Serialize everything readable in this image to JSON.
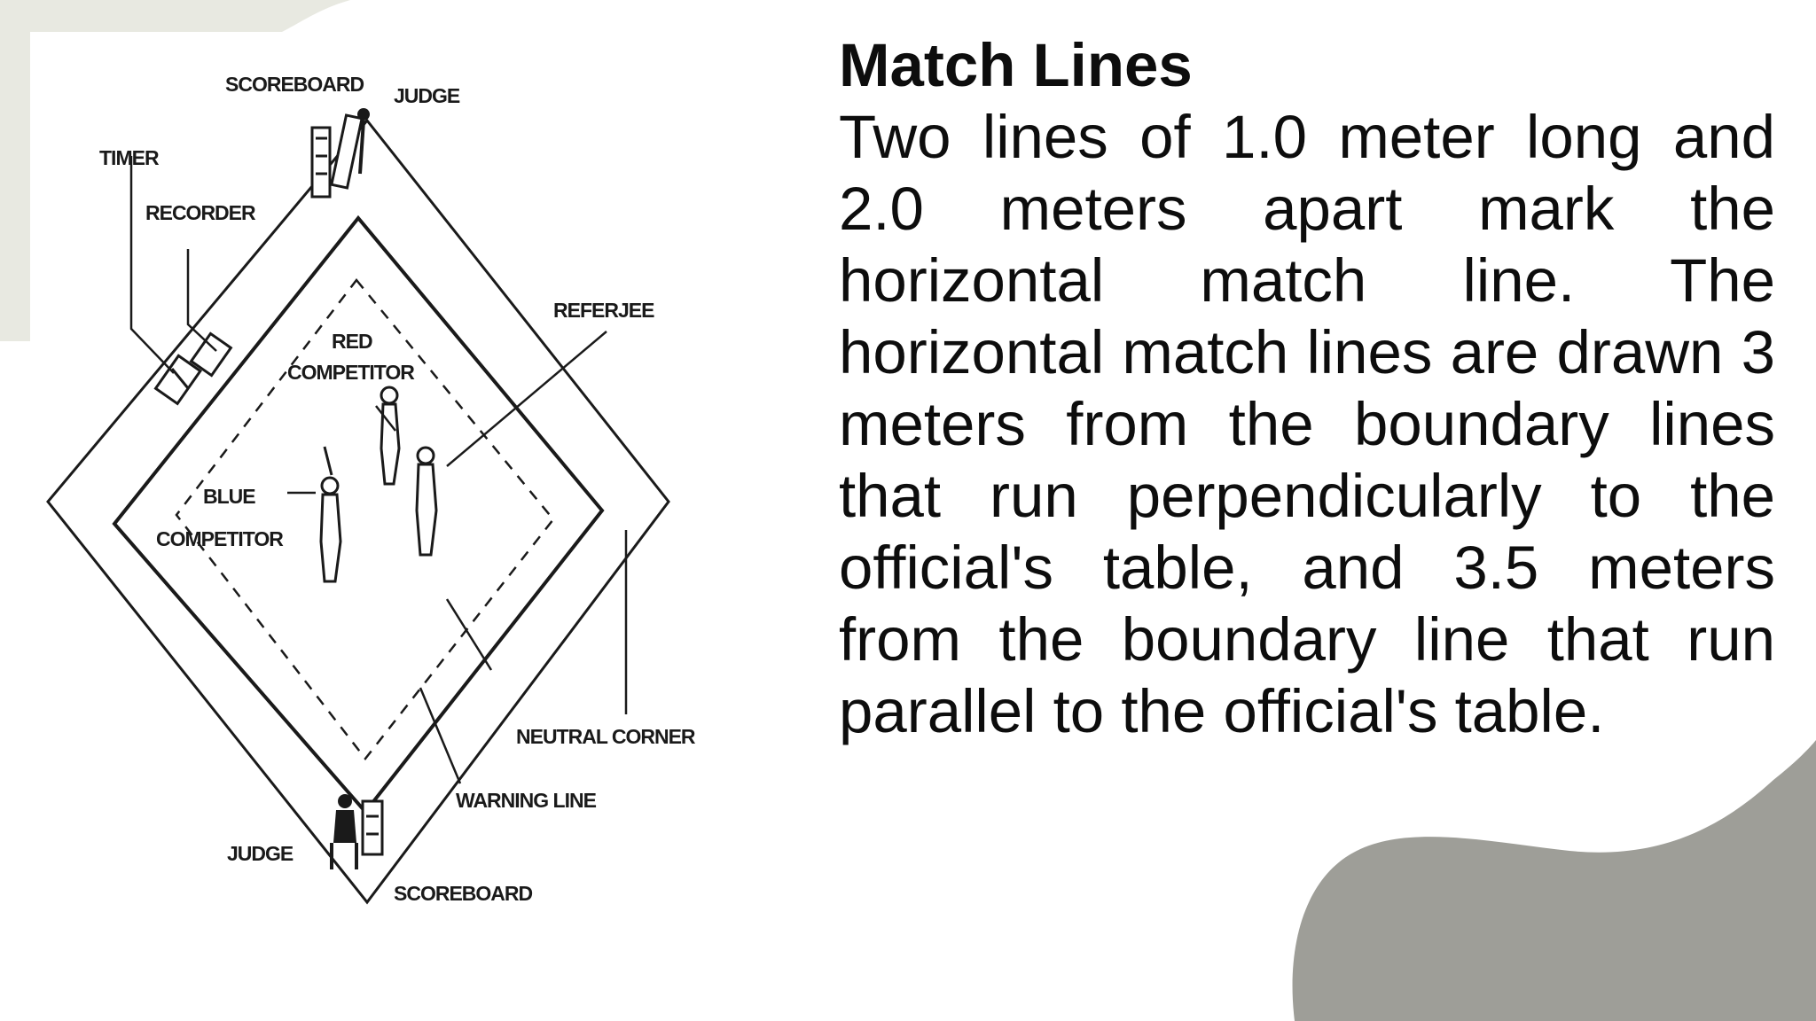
{
  "slide": {
    "title": "Match Lines",
    "body": "Two lines of 1.0 meter long and 2.0 meters apart mark the horizontal match line. The horizontal match lines are drawn 3 meters from the boundary lines that run perpendicularly to the official's table, and 3.5 meters from the boundary line that run parallel to the official's table."
  },
  "diagram": {
    "labels": {
      "scoreboard_top": "SCOREBOARD",
      "judge_top": "JUDGE",
      "timer": "TIMER",
      "recorder": "RECORDER",
      "referee": "REFERJEE",
      "red_competitor_1": "RED",
      "red_competitor_2": "COMPETITOR",
      "blue_competitor_1": "BLUE",
      "blue_competitor_2": "COMPETITOR",
      "neutral_corner": "NEUTRAL CORNER",
      "warning_line": "WARNING LINE",
      "judge_bottom": "JUDGE",
      "scoreboard_bottom": "SCOREBOARD"
    }
  },
  "colors": {
    "background": "#ffffff",
    "blob_light": "#e8e9e1",
    "blob_dark": "#9e9e98",
    "text": "#0d0d0d"
  }
}
